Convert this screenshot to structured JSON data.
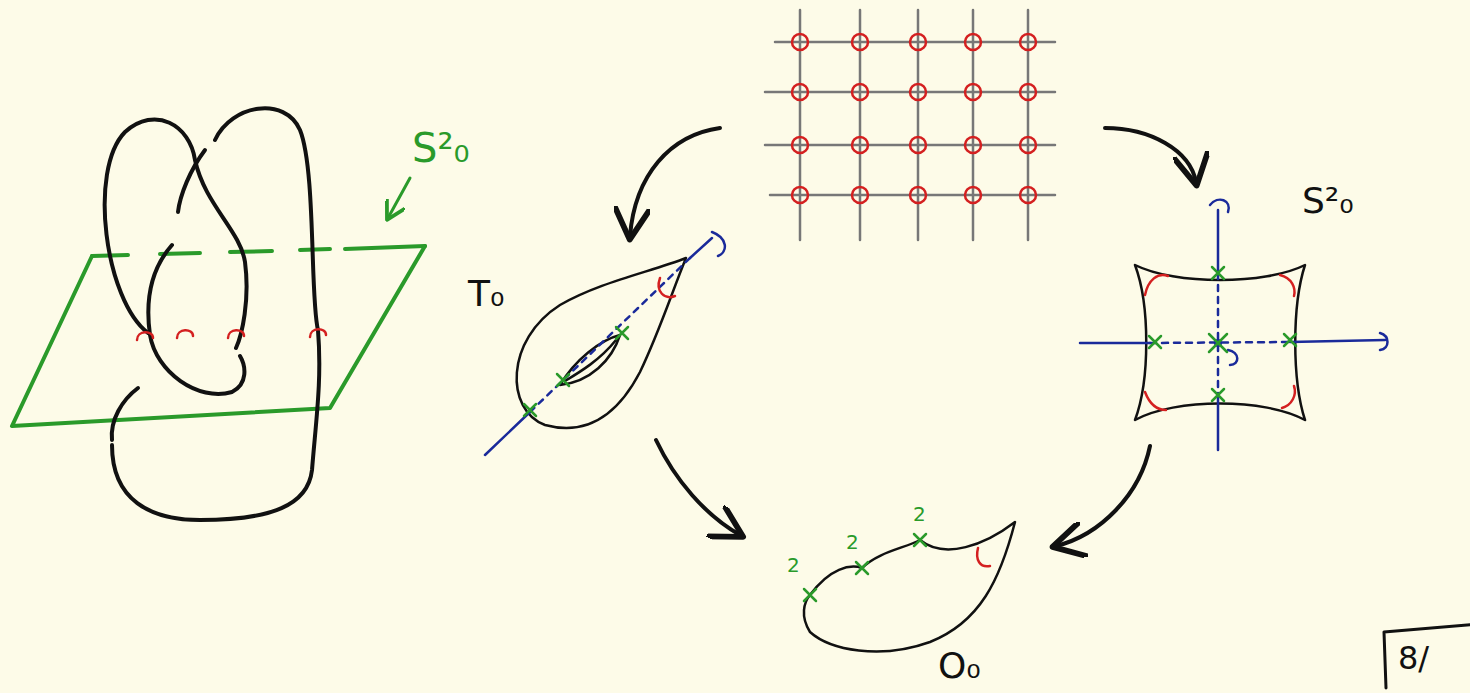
{
  "diagram": {
    "labels": [
      "S²₀",
      "T₀",
      "S²₀",
      "2",
      "2",
      "2",
      "O₀",
      "8/"
    ]
  }
}
